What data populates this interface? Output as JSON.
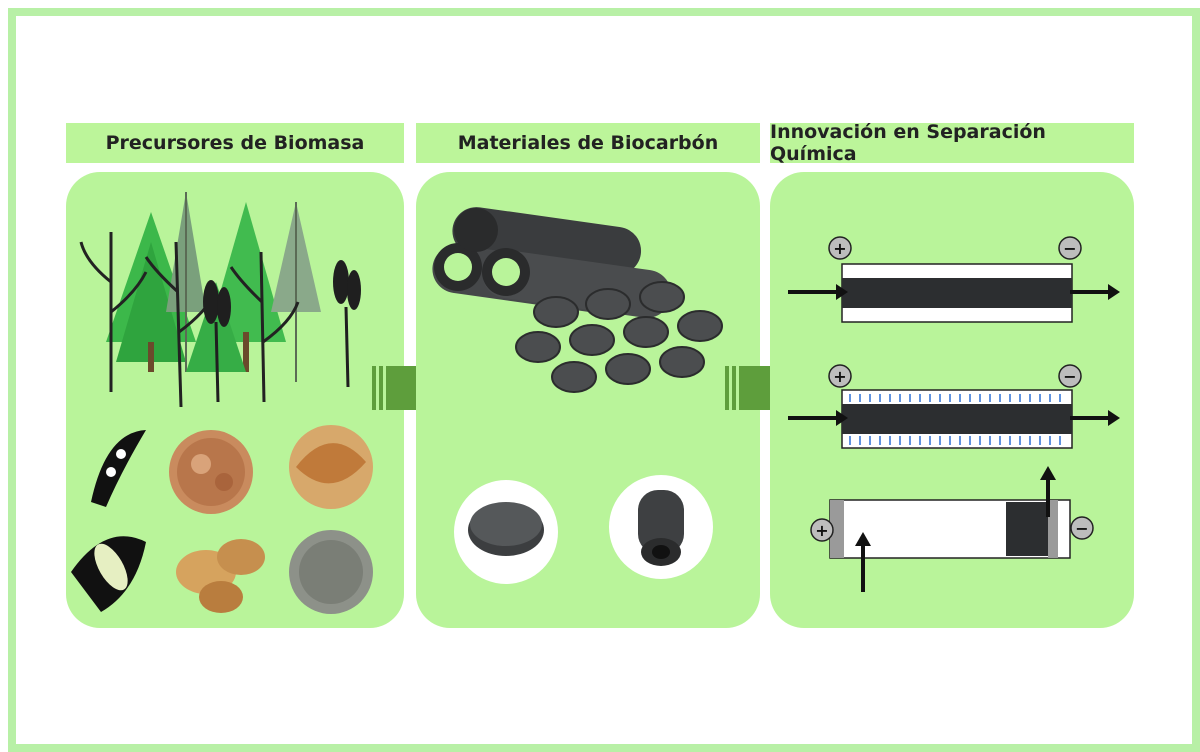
{
  "headers": {
    "biomass": "Precursores de Biomasa",
    "biocarbon": "Materiales de Biocarbón",
    "separation": "Innovación en Separación Química"
  },
  "signs": {
    "plus": "+",
    "minus": "−"
  },
  "colors": {
    "frame_border": "#b8f0a6",
    "panel_fill": "#b9f49a",
    "header_fill": "#bcf59a",
    "arrow_fill": "#5e9e3c",
    "tree_green": "#3cb84a",
    "carbon_dark": "#3a3c3e"
  }
}
